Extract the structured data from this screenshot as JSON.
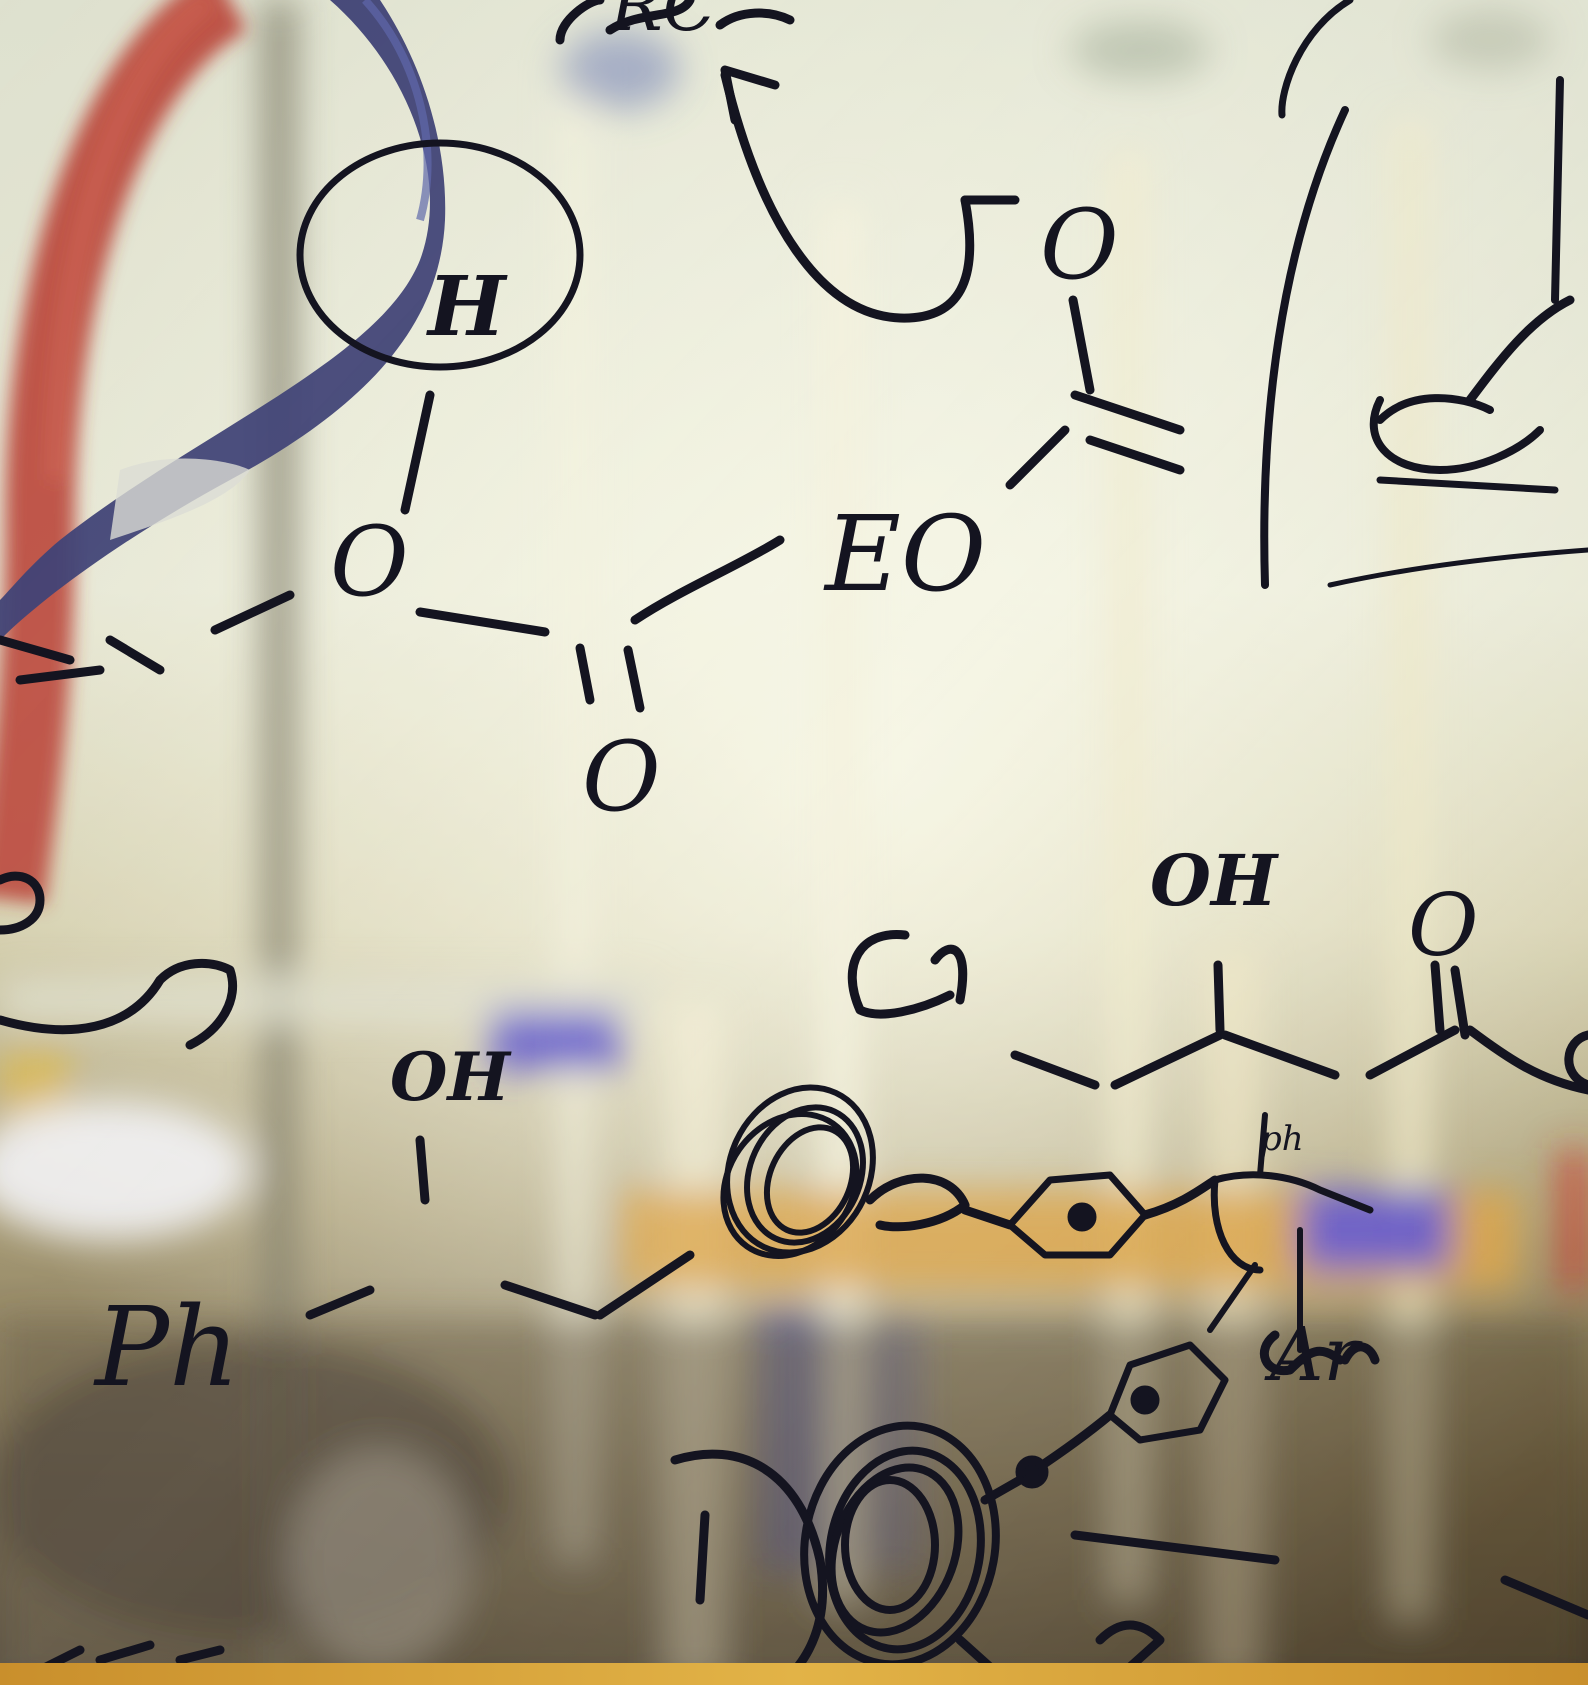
{
  "scene": {
    "description_icon": "chemistry-glass-board",
    "colors": {
      "ink": "#141420",
      "ink_soft": "#2a2a36",
      "glass_light": "#e6e8d6",
      "glass_mid": "#c9c7a3",
      "lab_floor": "#6b5a3c",
      "lab_shadow": "#3f3526",
      "tube_red": "#b43a2a",
      "tube_blue": "#2c2f6a",
      "bench_orange": "#d99a3a",
      "bench_purple": "#5a4fc0",
      "bottom_strip": "#d8a236"
    }
  },
  "handwriting": {
    "top_fragment": "RC",
    "hydrogen": "H",
    "oxygen_1": "O",
    "oxygen_2": "O",
    "oxygen_top": "O",
    "eo_group": "EO",
    "oh_top": "OH",
    "oxygen_right": "O",
    "oh_left": "OH",
    "ph_label": "Ph",
    "small_ph": "ph",
    "ar_label": "Ar"
  }
}
